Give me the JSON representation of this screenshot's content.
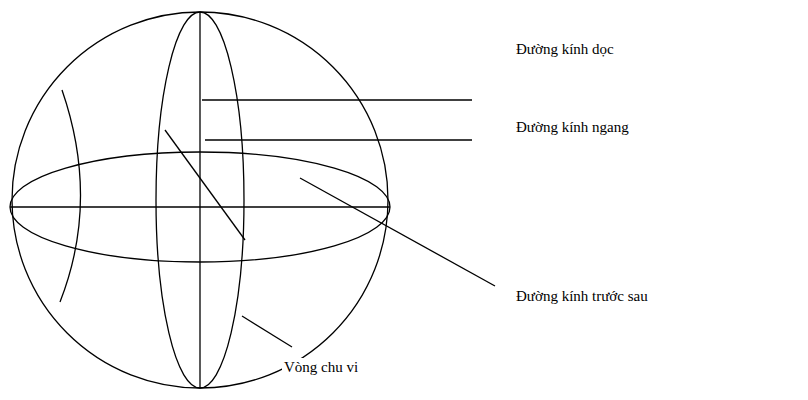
{
  "diagram": {
    "labels": [
      "Đường kính dọc",
      "Đường kính ngang",
      "Đường kính trước sau",
      "Vòng chu vi"
    ]
  }
}
